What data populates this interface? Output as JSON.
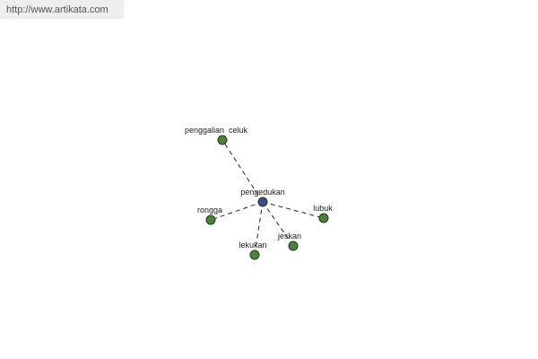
{
  "watermark": {
    "url_text": "http://www.artikata.com"
  },
  "diagram": {
    "center": {
      "label": "pengedukan",
      "color": "#3b4a8c"
    },
    "leaf_color": "#4f7f41",
    "nodes": [
      {
        "id": "penggalian",
        "label": "penggalian  celuk"
      },
      {
        "id": "rongga",
        "label": "rongga"
      },
      {
        "id": "lubuk",
        "label": "lubuk"
      },
      {
        "id": "lekukan",
        "label": "lekukan"
      },
      {
        "id": "jeskan",
        "label": "jeskan"
      }
    ]
  }
}
